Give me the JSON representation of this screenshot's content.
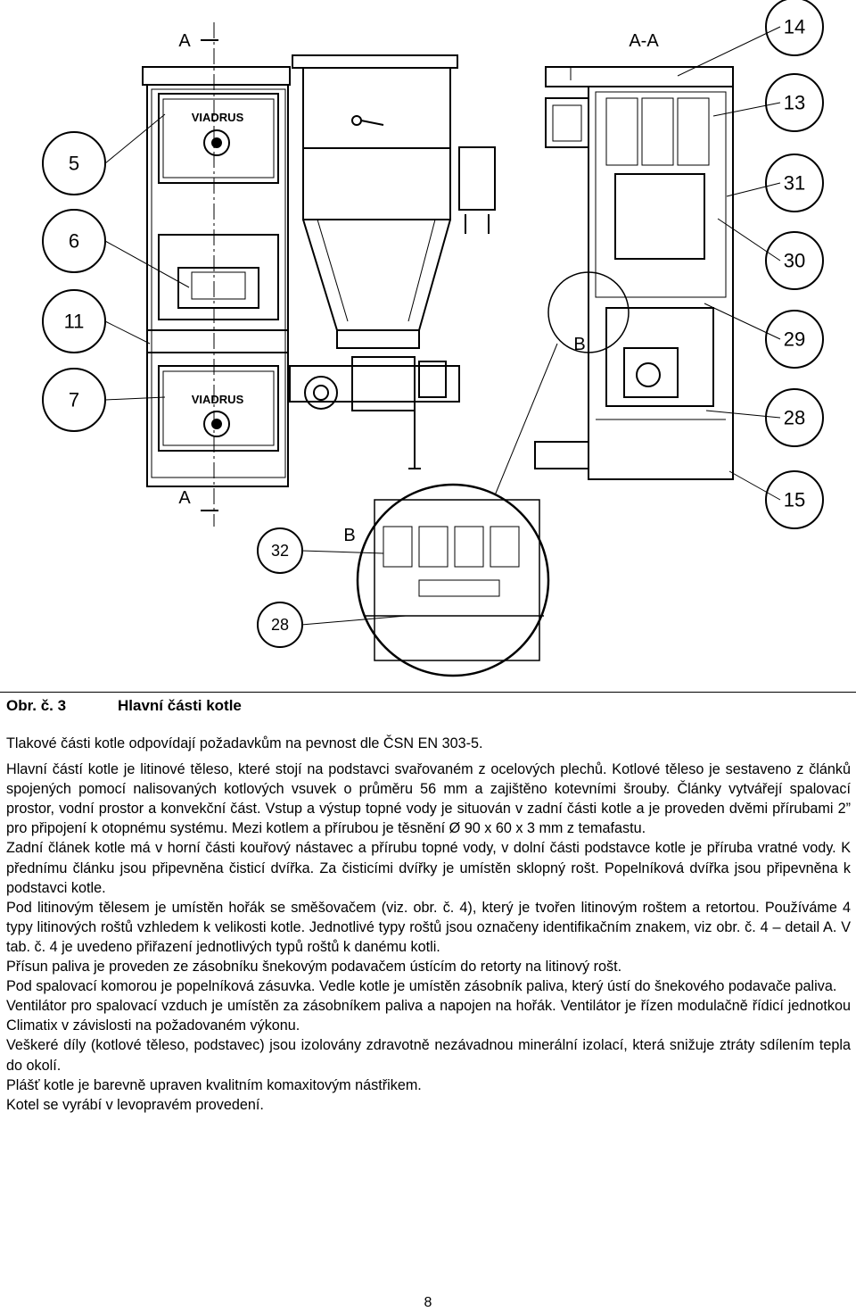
{
  "figure": {
    "section_marks": [
      "A",
      "A",
      "A-A",
      "B",
      "B"
    ],
    "brand": "VIADRUS",
    "callouts": [
      "5",
      "6",
      "11",
      "7",
      "14",
      "13",
      "31",
      "30",
      "29",
      "28",
      "15",
      "32",
      "28"
    ]
  },
  "caption": {
    "label": "Obr. č. 3",
    "title": "Hlavní části kotle"
  },
  "paragraphs": [
    "Tlakové části kotle odpovídají požadavkům na pevnost dle ČSN EN 303-5.",
    "Hlavní částí kotle je litinové těleso, které stojí na podstavci svařovaném z ocelových plechů. Kotlové těleso je sestaveno z článků spojených pomocí nalisovaných kotlových vsuvek o průměru 56 mm a zajištěno kotevními šrouby. Články vytvářejí spalovací prostor, vodní prostor a konvekční část. Vstup a výstup topné vody je situován v zadní části kotle a je proveden dvěmi přírubami 2” pro připojení k otopnému systému. Mezi kotlem a přírubou je těsnění Ø 90 x 60 x 3 mm z temafastu.",
    "Zadní článek kotle má v horní části kouřový nástavec a přírubu topné vody, v dolní části podstavce kotle je příruba vratné vody. K přednímu článku jsou připevněna čisticí dvířka. Za čisticími dvířky je umístěn sklopný rošt. Popelníková dvířka jsou připevněna k podstavci kotle.",
    "Pod litinovým tělesem je umístěn hořák se směšovačem (viz. obr. č. 4), který je tvořen litinovým roštem a retortou. Používáme 4 typy litinových roštů vzhledem k velikosti kotle. Jednotlivé typy roštů jsou označeny identifikačním znakem, viz obr. č. 4 – detail A. V tab. č. 4 je uvedeno přiřazení jednotlivých typů roštů k danému kotli.",
    "Přísun paliva je proveden ze zásobníku šnekovým podavačem ústícím do retorty na litinový rošt.",
    "Pod spalovací komorou je popelníková zásuvka. Vedle kotle je umístěn zásobník paliva, který ústí do šnekového podavače paliva.",
    "Ventilátor pro spalovací vzduch je umístěn za zásobníkem paliva a napojen na hořák. Ventilátor je řízen modulačně řídicí jednotkou Climatix v závislosti na požadovaném výkonu.",
    "Veškeré díly (kotlové těleso, podstavec) jsou izolovány zdravotně nezávadnou minerální izolací, která snižuje ztráty sdílením tepla do okolí.",
    "Plášť kotle je barevně upraven kvalitním komaxitovým nástřikem.",
    "Kotel se vyrábí v levopravém provedení."
  ],
  "page_number": "8"
}
